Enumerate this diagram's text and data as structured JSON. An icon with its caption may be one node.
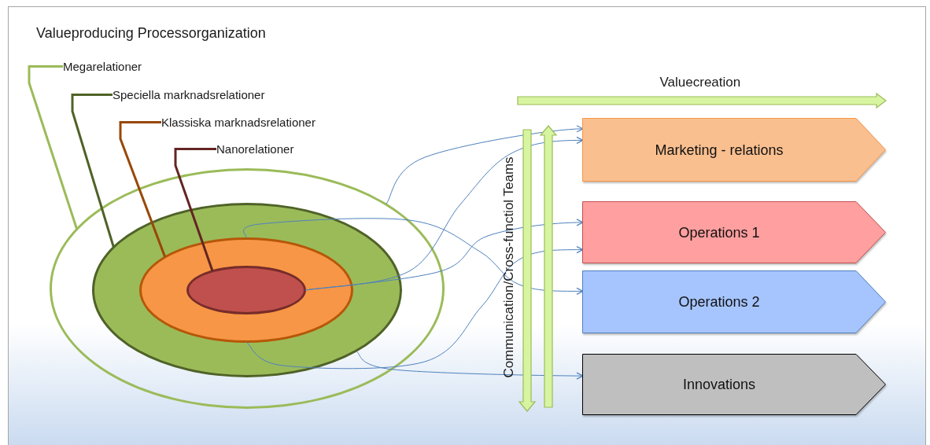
{
  "diagram": {
    "title": "Valueproducing Processorganization",
    "nodes": [
      {
        "text": [
          "Megarelationer"
        ]
      },
      {
        "text": [
          "Speciella marknadsrelationer"
        ]
      },
      {
        "text": [
          "Klassiska marknadsrelationer"
        ]
      },
      {
        "text": [
          "Nanorelationer"
        ]
      },
      {
        "text": [],
        "shape": "ellipse"
      },
      {
        "text": [],
        "shape": "ellipse",
        "in": 4
      },
      {
        "text": [],
        "shape": "ellipse",
        "in": 5
      },
      {
        "text": [],
        "shape": "ellipse",
        "in": 6
      },
      {
        "text": [
          "Marketing - relations"
        ]
      },
      {
        "text": [
          "Operations 1"
        ]
      },
      {
        "text": [
          "Operations 2"
        ]
      },
      {
        "text": [
          "Innovations"
        ]
      }
    ],
    "edges": [
      {
        "from": 0,
        "to": 4,
        "arrow": "none",
        "style": "thick",
        "color": "#9bbb59"
      },
      {
        "from": 1,
        "to": 5,
        "arrow": "none",
        "style": "thick",
        "color": "#4f6228"
      },
      {
        "from": 2,
        "to": 6,
        "arrow": "none",
        "style": "thick",
        "color": "#984807"
      },
      {
        "from": 3,
        "to": 7,
        "arrow": "none",
        "style": "thick",
        "color": "#632523"
      },
      {
        "from": 4,
        "to": 8,
        "arrow": "to"
      },
      {
        "from": 7,
        "to": 8,
        "arrow": "to"
      },
      {
        "from": 7,
        "to": 9,
        "arrow": "to"
      },
      {
        "from": 6,
        "to": 10,
        "arrow": "to"
      },
      {
        "from": 6,
        "to": 9,
        "arrow": "to"
      },
      {
        "from": 5,
        "to": 11,
        "arrow": "to"
      }
    ],
    "labels": [
      "Valuecreation",
      "Communication/Cross-functiol Teams"
    ]
  }
}
